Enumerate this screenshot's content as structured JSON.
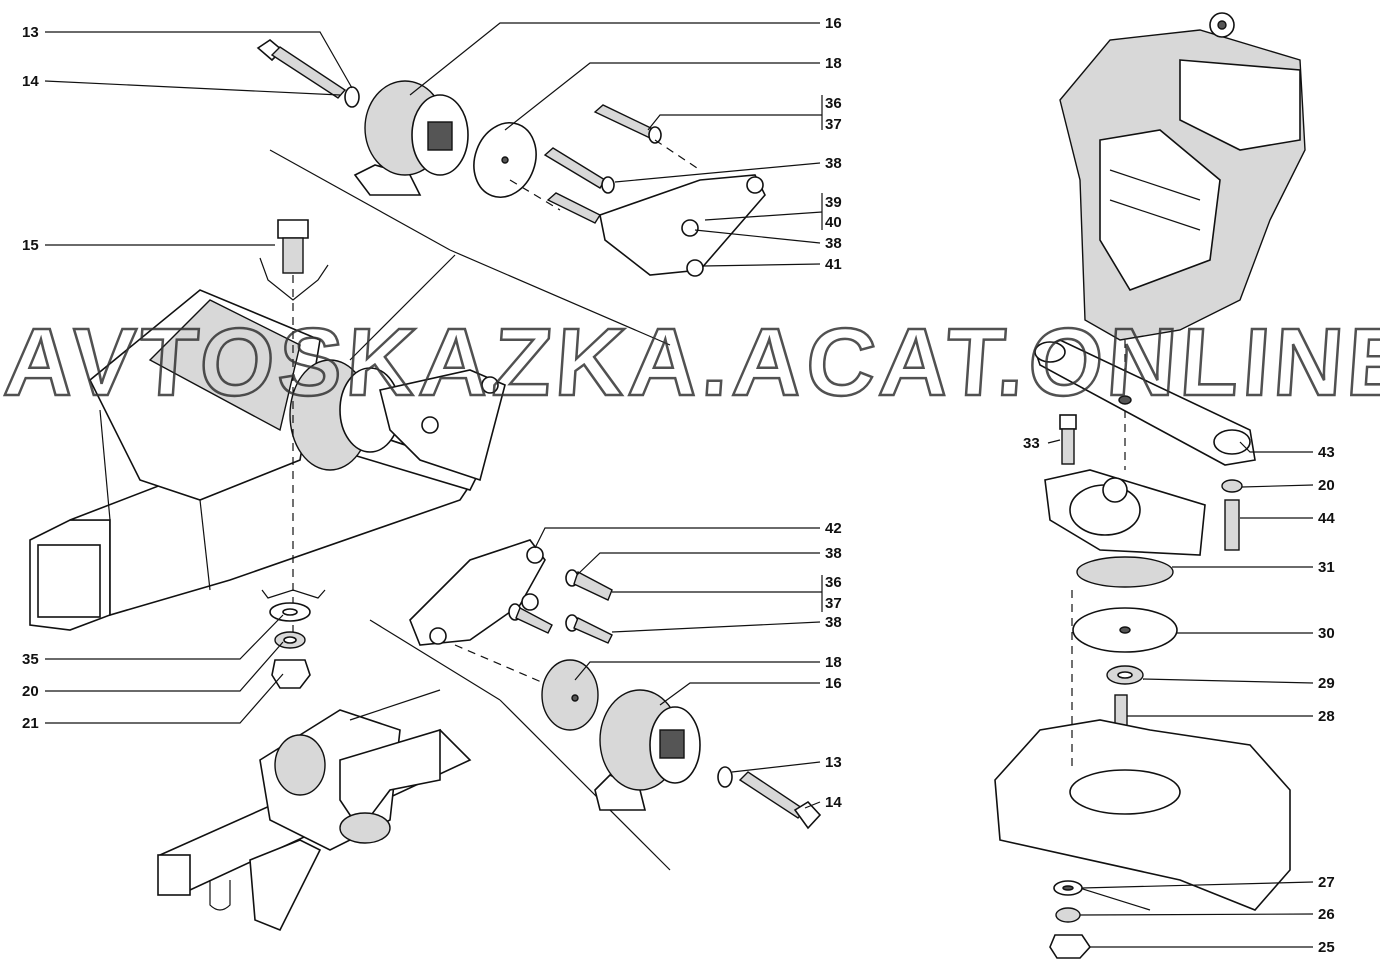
{
  "watermark": "AVTOSKAZKA.ACAT.ONLINE",
  "callouts": [
    "13",
    "14",
    "15",
    "35",
    "20",
    "21",
    "16",
    "18",
    "36",
    "37",
    "38",
    "39",
    "40",
    "38",
    "41",
    "42",
    "38",
    "36",
    "37",
    "38",
    "18",
    "16",
    "13",
    "14",
    "43",
    "20",
    "44",
    "31",
    "30",
    "29",
    "28",
    "27",
    "26",
    "25",
    "33"
  ]
}
